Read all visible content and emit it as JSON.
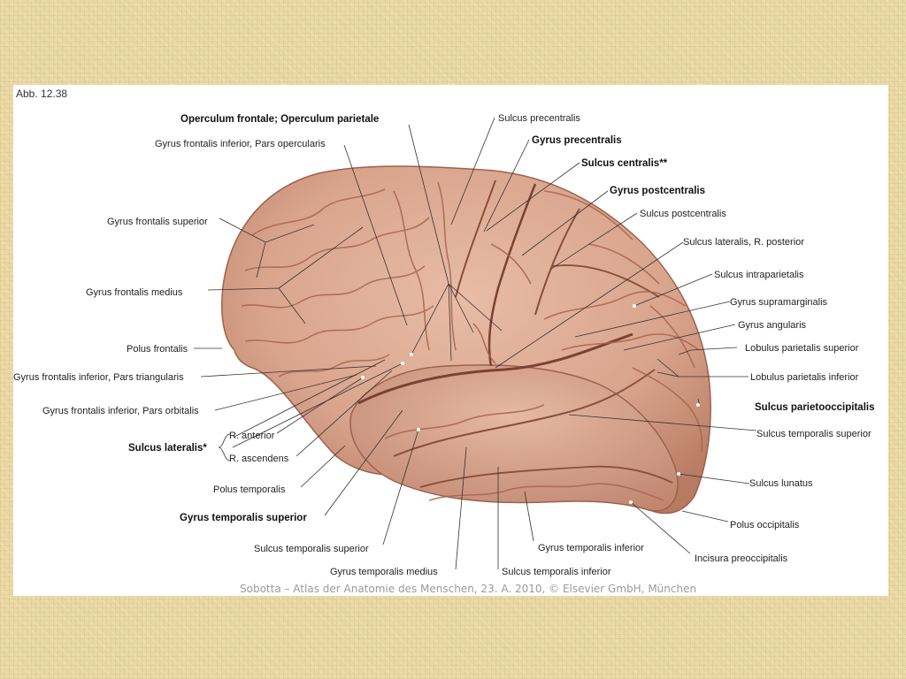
{
  "figure_number": "Abb. 12.38",
  "credit": "Sobotta – Atlas der Anatomie des Menschen, 23. A. 2010, © Elsevier GmbH, München",
  "colors": {
    "background": "#ead9a4",
    "panel": "#ffffff",
    "brain": "#d9a48c",
    "sulcus": "#8a4f3c",
    "text": "#222222"
  },
  "labels": {
    "operculum": "Operculum frontale; Operculum parietale",
    "gfi_opercularis": "Gyrus frontalis inferior, Pars opercularis",
    "gf_superior": "Gyrus frontalis superior",
    "gf_medius": "Gyrus frontalis medius",
    "polus_frontalis": "Polus frontalis",
    "gfi_triangularis": "Gyrus frontalis inferior, Pars triangularis",
    "gfi_orbitalis": "Gyrus frontalis inferior, Pars orbitalis",
    "sulcus_lateralis": "Sulcus lateralis*",
    "r_anterior": "R. anterior",
    "r_ascendens": "R. ascendens",
    "polus_temporalis": "Polus temporalis",
    "gt_superior": "Gyrus temporalis superior",
    "st_superior_bottom": "Sulcus temporalis superior",
    "gt_medius": "Gyrus temporalis medius",
    "st_inferior": "Sulcus temporalis inferior",
    "gt_inferior": "Gyrus temporalis inferior",
    "incisura": "Incisura preoccipitalis",
    "polus_occipitalis": "Polus occipitalis",
    "sulcus_lunatus": "Sulcus lunatus",
    "st_superior_right": "Sulcus temporalis superior",
    "sulcus_parietooccipitalis": "Sulcus parietooccipitalis",
    "lobulus_inferior": "Lobulus parietalis inferior",
    "lobulus_superior": "Lobulus parietalis superior",
    "gyrus_angularis": "Gyrus angularis",
    "gyrus_supramarginalis": "Gyrus supramarginalis",
    "sulcus_intraparietalis": "Sulcus intraparietalis",
    "sl_posterior": "Sulcus lateralis, R. posterior",
    "sulcus_postcentralis": "Sulcus postcentralis",
    "gyrus_postcentralis": "Gyrus postcentralis",
    "sulcus_centralis": "Sulcus centralis**",
    "gyrus_precentralis": "Gyrus precentralis",
    "sulcus_precentralis": "Sulcus precentralis"
  }
}
